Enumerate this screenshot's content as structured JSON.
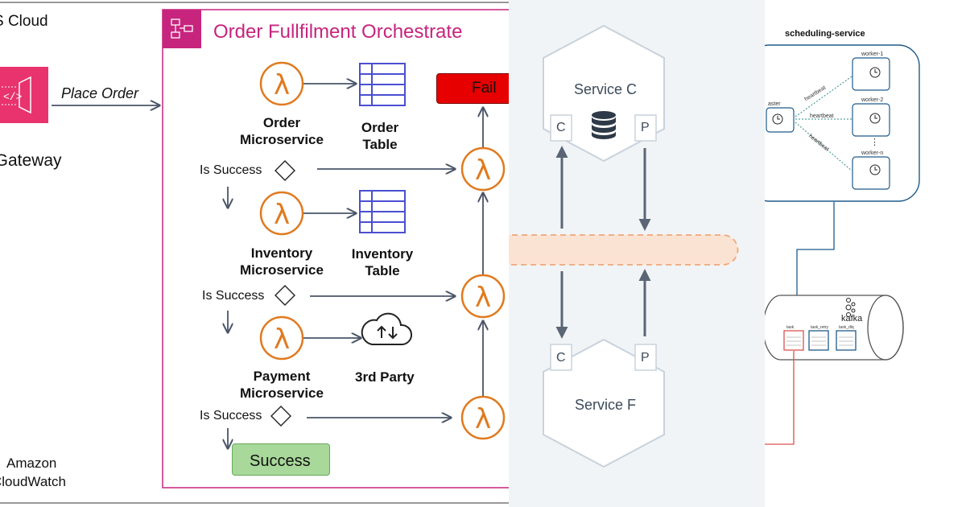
{
  "panel1": {
    "cloud_label": "S Cloud",
    "api_gateway_label": "I Gateway",
    "place_order_label": "Place Order",
    "cloudwatch_line1": "Amazon",
    "cloudwatch_line2": "CloudWatch",
    "orchestrate_title": "Order Fullfilment Orchestrate",
    "order_ms_line1": "Order",
    "order_ms_line2": "Microservice",
    "order_table_line1": "Order",
    "order_table_line2": "Table",
    "inventory_ms_line1": "Inventory",
    "inventory_ms_line2": "Microservice",
    "inventory_table_line1": "Inventory",
    "inventory_table_line2": "Table",
    "payment_ms_line1": "Payment",
    "payment_ms_line2": "Microservice",
    "third_party_label": "3rd Party",
    "is_success_labels": [
      "Is Success",
      "Is Success",
      "Is Success"
    ],
    "fail_label": "Fail",
    "success_label": "Success",
    "colors": {
      "lambda": "#e07a1f",
      "table": "#4a4fd1",
      "orchestrate": "#c7247d",
      "arrow": "#4a5568"
    }
  },
  "panel2": {
    "service_c_label": "Service C",
    "service_f_label": "Service F",
    "consumer_port": "C",
    "producer_port": "P",
    "colors": {
      "bus_fill": "#fbe3d3",
      "bus_stroke": "#f0a77a",
      "hex_stroke": "#c9d2dc",
      "arrow": "#5a6675"
    }
  },
  "panel3": {
    "service_title": "scheduling-service",
    "master_label": "aster",
    "workers": [
      "worker-1",
      "worker-2",
      "worker-n"
    ],
    "heartbeat": "heartbeat",
    "dots": "⋮",
    "kafka_label": "kafka",
    "topics": [
      "task",
      "task_retry",
      "task_dlq"
    ],
    "colors": {
      "cluster": "#1f5a8c",
      "heartbeat_line": "#2e8b8b",
      "topic_red": "#d9534f"
    }
  }
}
